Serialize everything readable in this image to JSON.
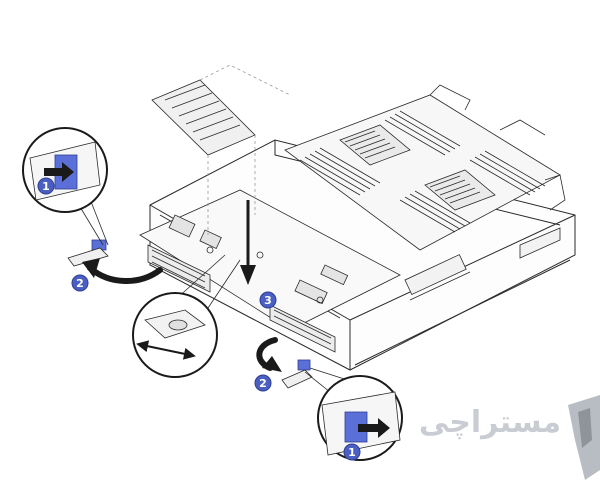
{
  "colors": {
    "line": "#2a2a2a",
    "callout_fill": "#4a5fc1",
    "callout_stroke": "#2f3f94",
    "latch_blue": "#5a6fd8",
    "watermark": "#c9cdd3"
  },
  "callouts": {
    "step1_top": "1",
    "step2_left": "2",
    "step3": "3",
    "step2_bottom": "2",
    "step1_bottom": "1"
  },
  "watermark": {
    "text": "مستراچی",
    "logo": "mestarachi-logo"
  }
}
